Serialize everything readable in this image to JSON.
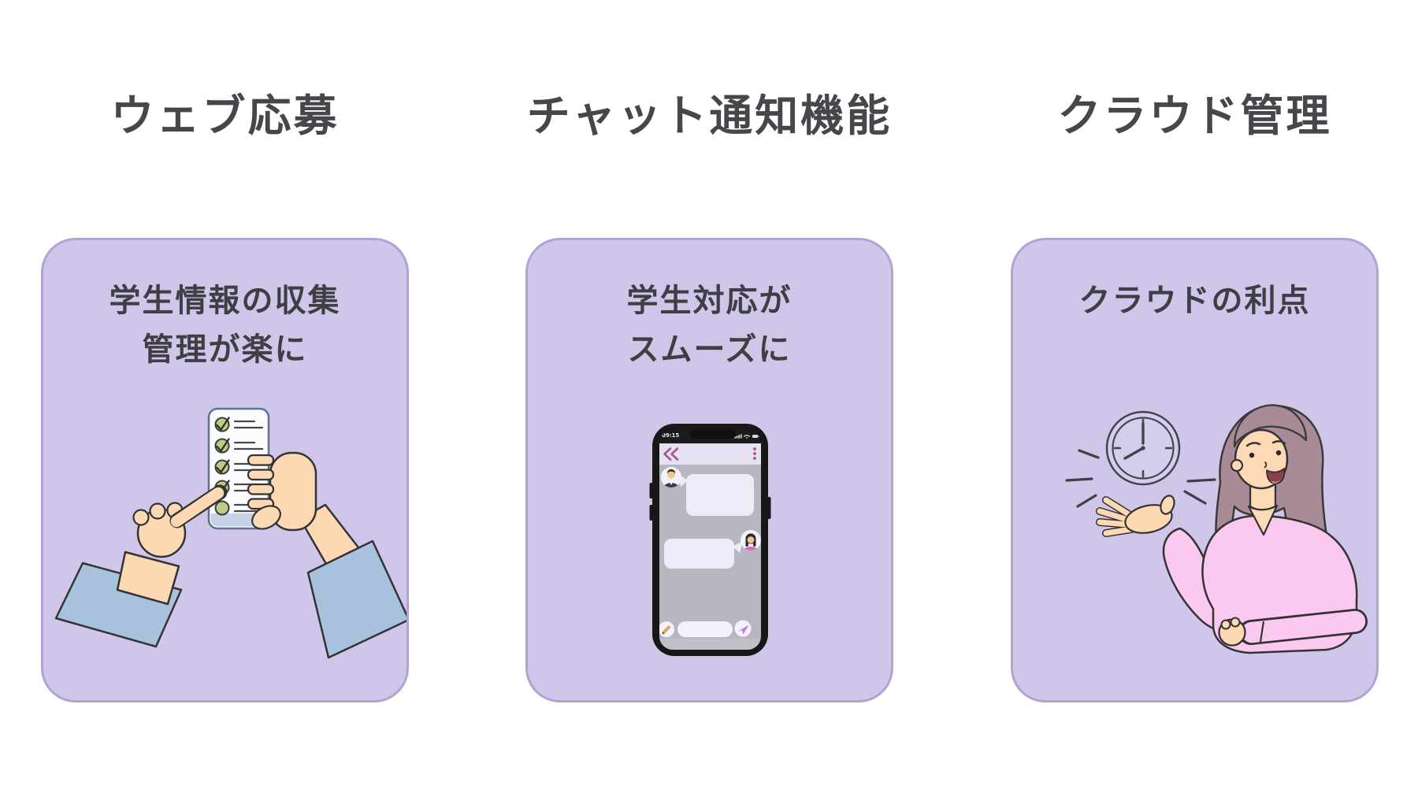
{
  "page": {
    "background_color": "#ffffff",
    "language": "ja"
  },
  "colors": {
    "card_background": "#cfc6e9",
    "card_border": "#b1a3d6",
    "heading_text": "#47474b",
    "card_title_text": "#3e3e44",
    "skin": "#fcd9b3",
    "sleeve_blue": "#a8c2de",
    "check_green": "#b9ce83",
    "phone_frame_black": "#17171a",
    "chat_gray": "#bab6c1",
    "bubble_lavender": "#edebf7",
    "accent_mauve": "#a7558c",
    "sweater_pink": "#fbc8ef",
    "hair_mauve_brown": "#a98b97",
    "pencil_tan": "#d9a967",
    "send_purple": "#c77fd9",
    "clock_outline": "#43434a"
  },
  "columns": [
    {
      "heading": "ウェブ応募",
      "card": {
        "title_lines": [
          "学生情報の収集",
          "管理が楽に"
        ]
      },
      "illustration": {
        "name": "hands-tapping-phone-checklist",
        "elements": [
          "smartphone",
          "checklist",
          "checkmark-icons",
          "pointing-hand",
          "holding-hand",
          "blue-sleeves"
        ]
      }
    },
    {
      "heading": "チャット通知機能",
      "card": {
        "title_lines": [
          "学生対応が",
          "スムーズに"
        ]
      },
      "illustration": {
        "name": "smartphone-chat-conversation",
        "status_time": "09:15",
        "elements": [
          "back-chevron-icon",
          "kebab-menu-icon",
          "man-avatar",
          "woman-avatar",
          "chat-bubbles",
          "pencil-icon",
          "send-icon"
        ]
      }
    },
    {
      "heading": "クラウド管理",
      "card": {
        "title_lines": [
          "クラウドの利点"
        ]
      },
      "illustration": {
        "name": "woman-presenting-clock",
        "elements": [
          "clock-icon",
          "emphasis-rays",
          "woman-figure",
          "pink-sweater"
        ]
      }
    }
  ]
}
